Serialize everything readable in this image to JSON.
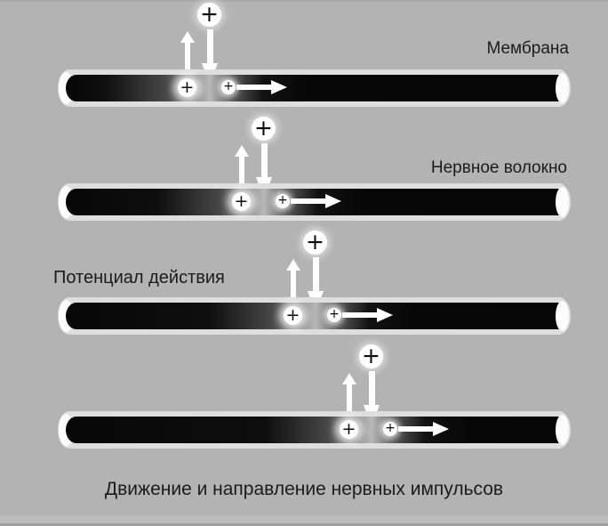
{
  "labels": {
    "membrane": "Мембрана",
    "nerve_fiber": "Нервное волокно",
    "action_potential": "Потенциал действия"
  },
  "caption": "Движение и направление нервных импульсов",
  "symbols": {
    "plus": "+"
  },
  "icons": [
    "positive-ion-icon",
    "arrow-up-icon",
    "arrow-down-icon",
    "arrow-right-icon"
  ],
  "colors": {
    "background": "#b3b3b3",
    "tube_black": "#070707",
    "membrane_band": "#dedede",
    "tube_cap_white": "#fcfcfc",
    "arrow_white": "#ffffff",
    "text": "#1b1b1b"
  },
  "stages_count": 4
}
